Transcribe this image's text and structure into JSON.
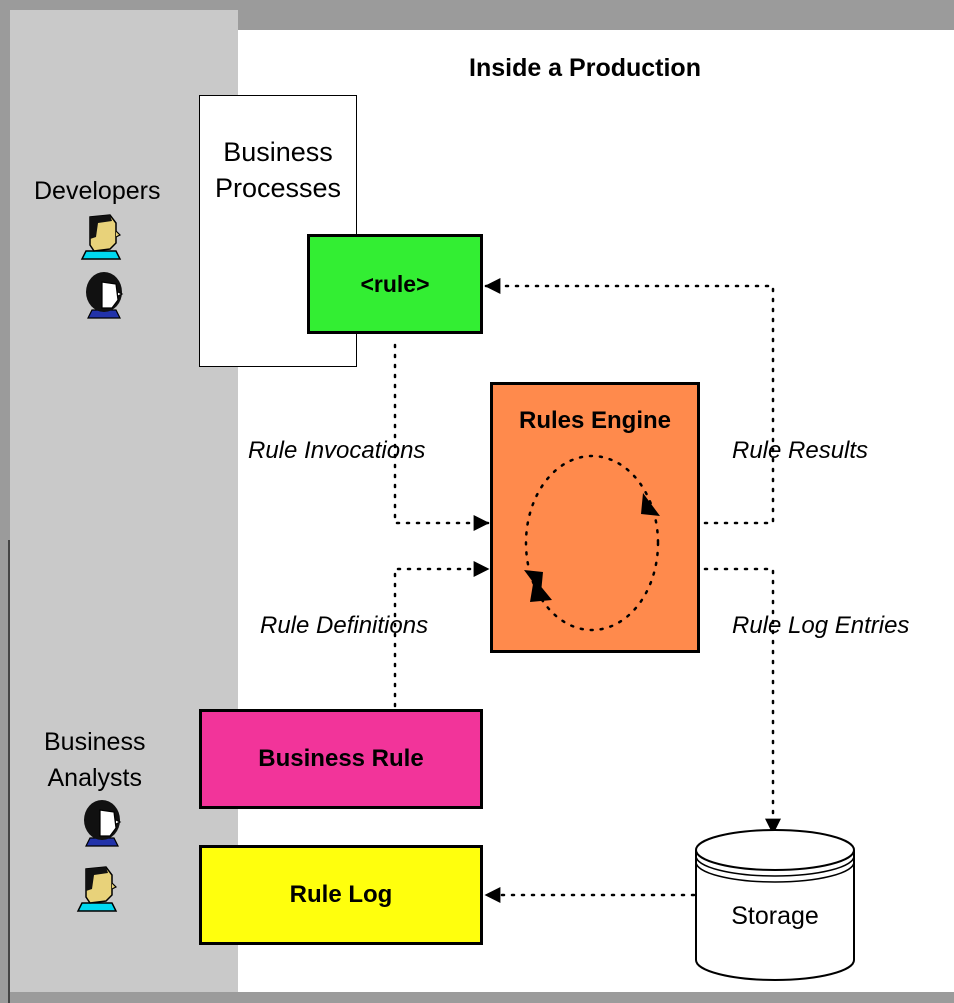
{
  "title": "Inside a Production",
  "roles": {
    "developers": "Developers",
    "business_analysts": "Business\nAnalysts"
  },
  "boxes": {
    "business_processes": "Business\nProcesses",
    "rule": "<rule>",
    "rules_engine": "Rules Engine",
    "business_rule": "Business Rule",
    "rule_log": "Rule Log",
    "storage": "Storage"
  },
  "flows": {
    "rule_invocations": "Rule Invocations",
    "rule_definitions": "Rule Definitions",
    "rule_results": "Rule Results",
    "rule_log_entries": "Rule Log Entries"
  },
  "colors": {
    "rule_box": "#33ee33",
    "rules_engine_box": "#ff8a4c",
    "business_rule_box": "#f2349a",
    "rule_log_box": "#ffff0d",
    "left_panel": "#c9c9c9"
  },
  "icons": {
    "developer_man": "man-avatar-icon",
    "developer_woman": "woman-avatar-icon",
    "analyst_woman": "woman-avatar-icon",
    "analyst_man": "man-avatar-icon"
  }
}
